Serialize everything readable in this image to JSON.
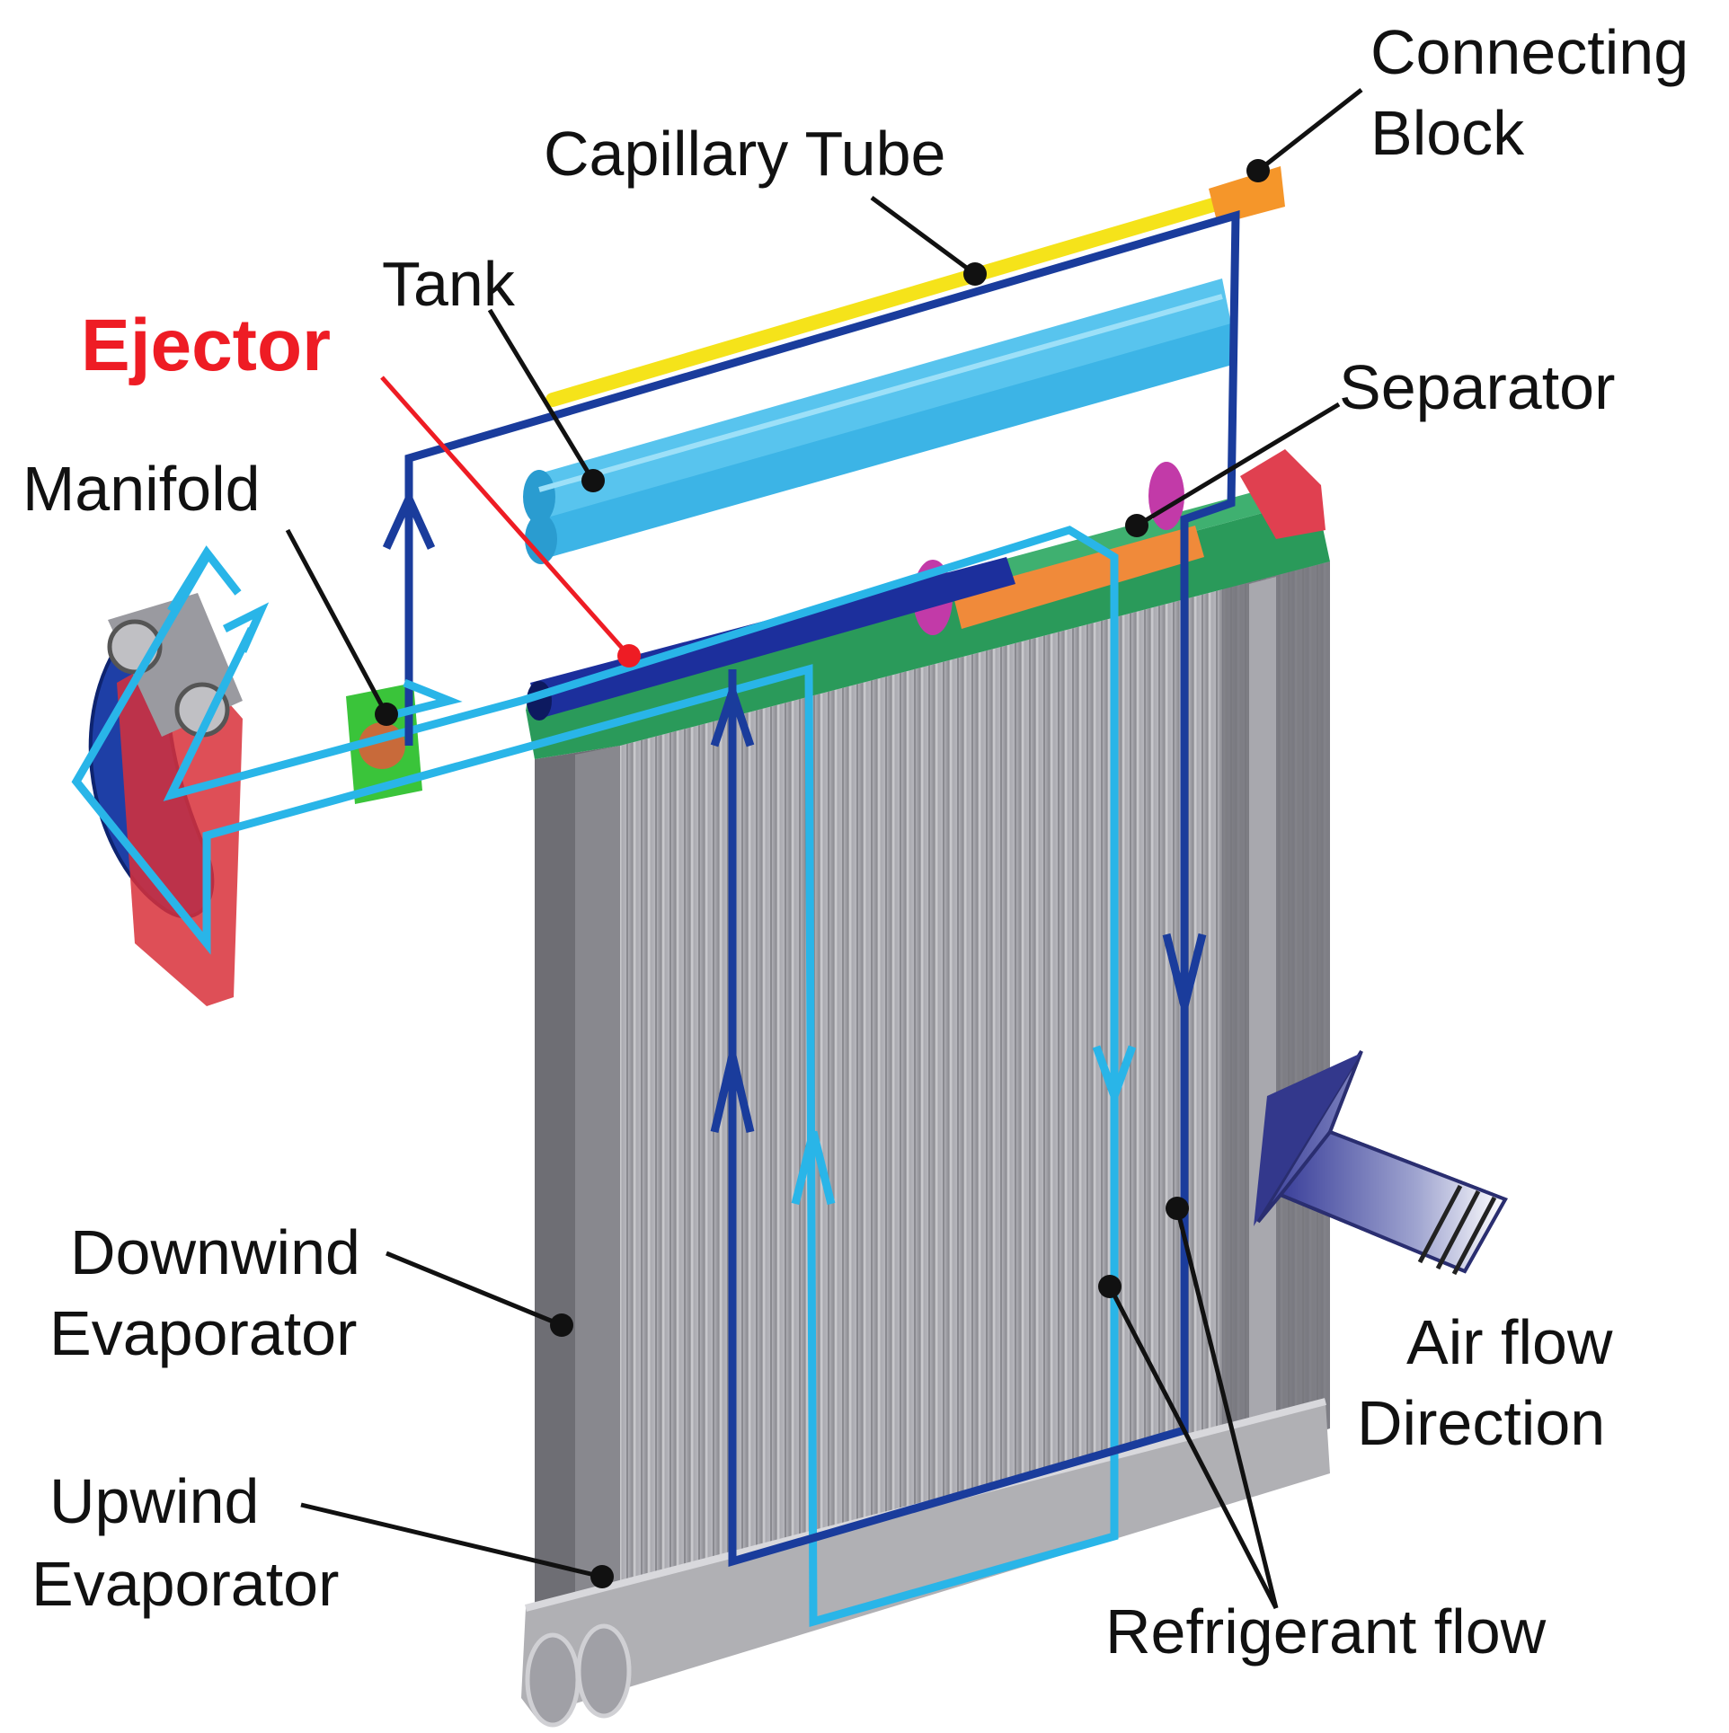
{
  "labels": {
    "connecting_block_1": "Connecting",
    "connecting_block_2": "Block",
    "capillary_tube": "Capillary Tube",
    "tank": "Tank",
    "ejector": "Ejector",
    "separator": "Separator",
    "manifold": "Manifold",
    "downwind_1": "Downwind",
    "downwind_2": "Evaporator",
    "upwind_1": "Upwind",
    "upwind_2": "Evaporator",
    "airflow_1": "Air flow",
    "airflow_2": "Direction",
    "refrigerant_flow": "Refrigerant flow"
  },
  "colors": {
    "dark_flow": "#1a3c9c",
    "light_flow": "#29b5e8",
    "capillary": "#f5e31a",
    "tank": "#3cb4e6",
    "header": "#2a9a5a",
    "separator": "#f08a3a",
    "block": "#f5962a",
    "ejector_label": "#ee1c24",
    "manifold": "#3ac43a",
    "coil": "#9a9aa0"
  },
  "icons": [
    "airflow-arrow-icon",
    "leader-dot-icon",
    "flow-arrowhead-icon"
  ]
}
